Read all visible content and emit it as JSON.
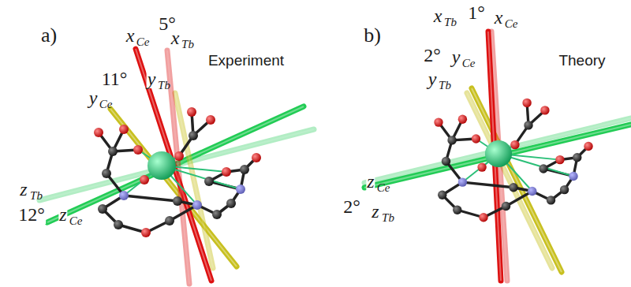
{
  "diagram": {
    "labels": [
      "a)",
      "Experiment",
      "5°",
      "x",
      "Ce",
      "x",
      "Tb",
      "11°",
      "y",
      "Ce",
      "y",
      "Tb",
      "z",
      "Tb",
      "12°",
      "z",
      "Ce",
      "b)",
      "Theory",
      "x",
      "Tb",
      "1°",
      "x",
      "Ce",
      "2°",
      "y",
      "Ce",
      "y",
      "Tb",
      "z",
      "Ce",
      "2°",
      "z",
      "Tb"
    ]
  }
}
